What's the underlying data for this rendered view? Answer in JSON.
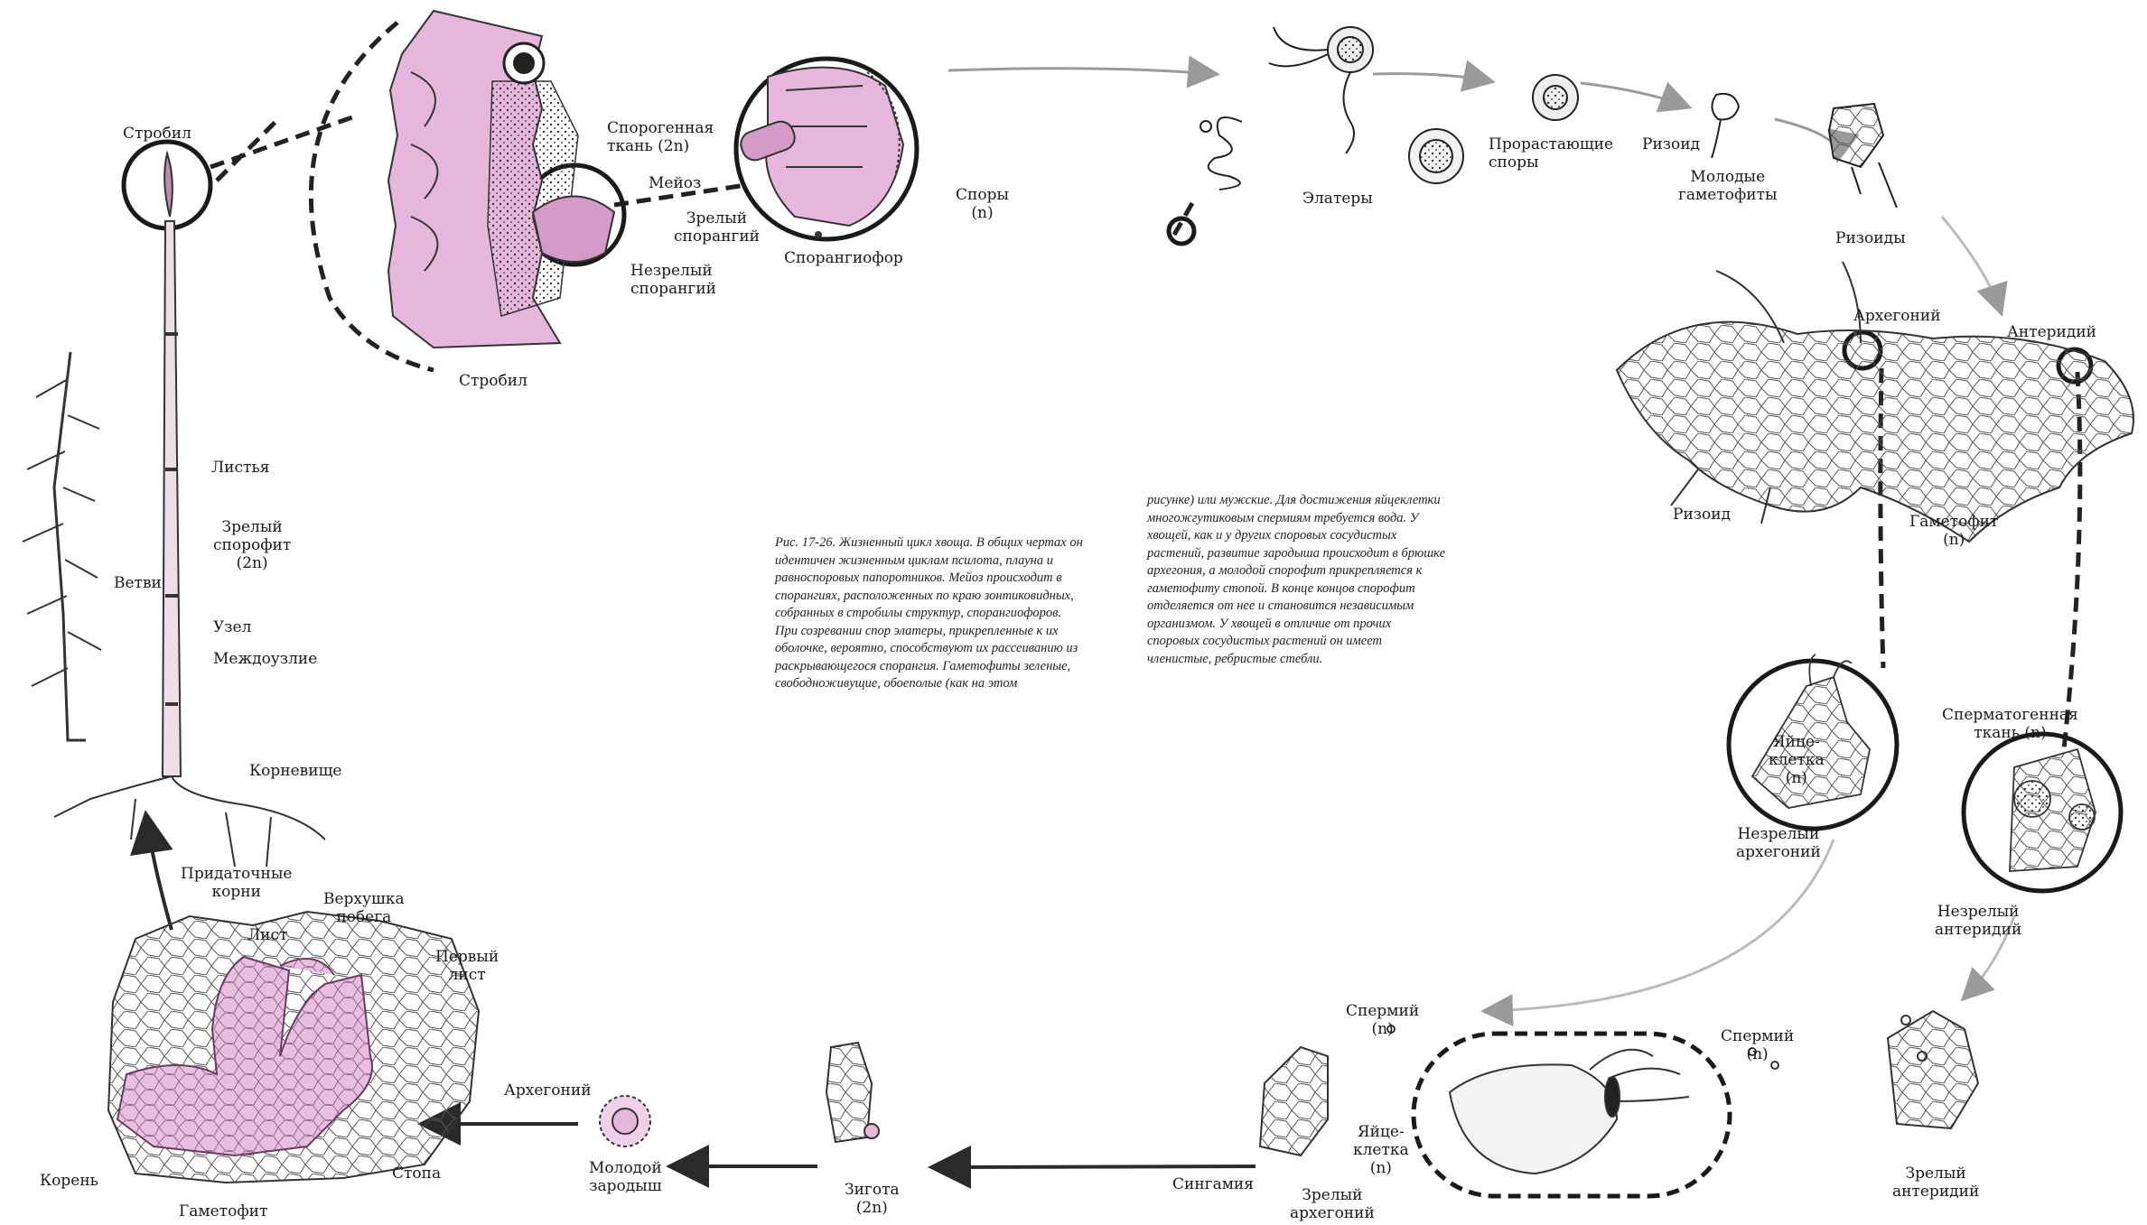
{
  "colors": {
    "pink_fill": "#e7b6dc",
    "pink_dark": "#c98bbf",
    "line": "#2a2a2a",
    "arrow_grey": "#9a9a9a",
    "background": "#ffffff"
  },
  "labels": {
    "strobil_top": "Стробил",
    "strobil_bottom": "Стробил",
    "sporogenic_tissue": "Спорогенная\nткань (2n)",
    "meiosis": "Мейоз",
    "mature_sporangium": "Зрелый\nспорангий",
    "immature_sporangium": "Незрелый\nспорангий",
    "sporangiophore": "Спорангиофор",
    "spores": "Споры\n(n)",
    "elaters": "Элатеры",
    "germinating_spores": "Прорастающие\nспоры",
    "rhizoid_top": "Ризоид",
    "young_gametophytes": "Молодые\nгаметофиты",
    "rhizoids": "Ризоиды",
    "archegonium_top": "Архегоний",
    "antheridium_top": "Антеридий",
    "rhizoid_gametophyte": "Ризоид",
    "gametophyte_right": "Гаметофит\n(n)",
    "egg_cell_circle": "Яйце-\nклетка\n(n)",
    "spermatogenic_tissue": "Сперматогенная\nткань (n)",
    "immature_archegonium": "Незрелый\nархегоний",
    "immature_antheridium": "Незрелый\nантеридий",
    "sperm_left": "Спермий\n(n)",
    "sperm_right": "Спермий\n(n)",
    "mature_antheridium": "Зрелый\nантеридий",
    "egg_cell_bottom": "Яйце-\nклетка\n(n)",
    "mature_archegonium": "Зрелый\nархегоний",
    "syngamy": "Сингамия",
    "zygote": "Зигота\n(2n)",
    "archegonium_bottom": "Архегоний",
    "young_embryo": "Молодой\nзародыш",
    "shoot_apex": "Верхушка\nпобега",
    "leaf": "Лист",
    "first_leaf": "Первый\nлист",
    "root": "Корень",
    "foot": "Стопа",
    "gametophyte_bottom": "Гаметофит",
    "leaves": "Листья",
    "mature_sporophyte": "Зрелый\nспорофит\n(2n)",
    "branches": "Ветви",
    "node": "Узел",
    "internode": "Междоузлие",
    "rhizome": "Корневище",
    "adventitious_roots": "Придаточные\nкорни"
  },
  "caption_left": "Рис. 17-26. Жизненный цикл хвоща. В общих чертах он идентичен жизненным циклам псилота, плауна и равноспоровых папоротников. Мейоз происходит в спорангиях, расположенных по краю зонтиковидных, собранных в стробилы структур, спорангиофоров. При созревании спор элатеры, прикрепленные к их оболочке, вероятно, способствуют их рассеиванию из раскрывающегося спорангия. Гаметофиты зеленые, свободноживущие, обоеполые (как на этом",
  "caption_right": "рисунке) или мужские. Для достижения яйцеклетки многожгутиковым спермиям требуется вода. У хвощей, как и у других споровых сосудистых растений, развитие зародыша происходит в брюшке архегония, а молодой спорофит прикрепляется к гаметофиту стопой. В конце концов спорофит отделяется от нее и становится независимым организмом. У хвощей в отличие от прочих споровых сосудистых растений он имеет членистые, ребристые стебли."
}
